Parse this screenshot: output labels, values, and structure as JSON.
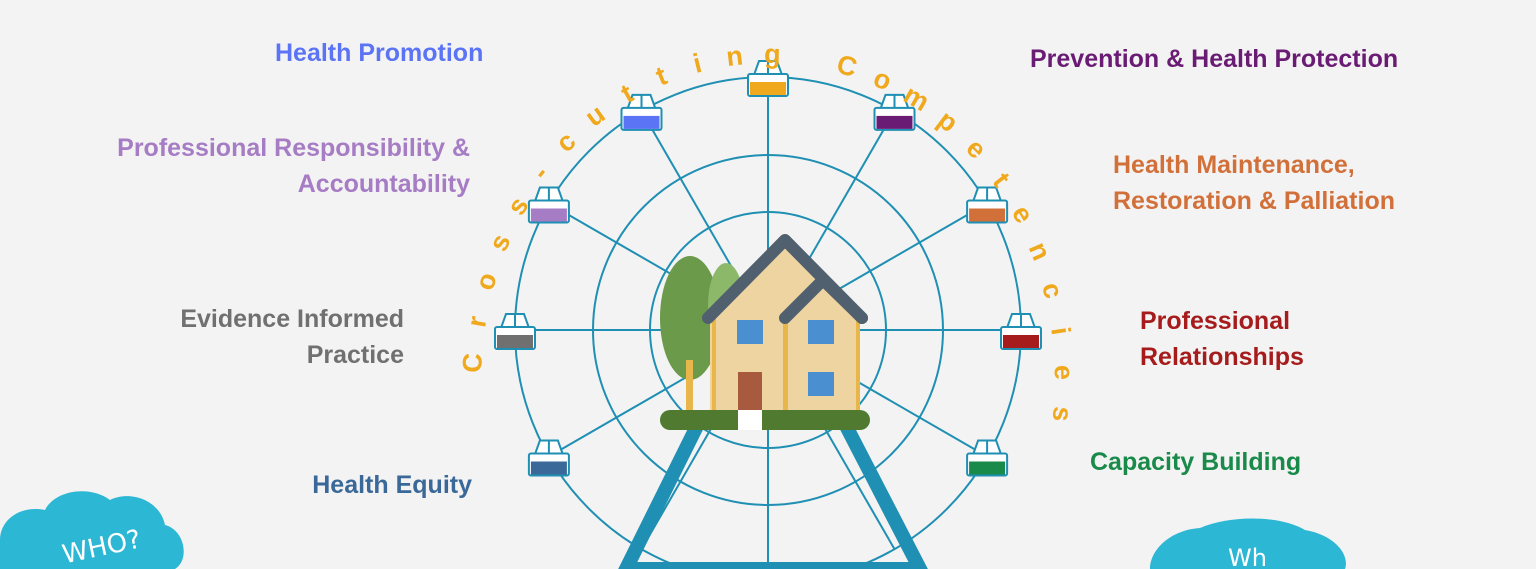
{
  "title_arc": "Cross-cutting Competencies",
  "colors": {
    "background": "#f3f3f3",
    "wheel_line": "#1f8fb4",
    "arc_text": "#f0a81c",
    "stand": "#1f8fb4",
    "cloud": "#2cb7d5"
  },
  "labels": {
    "health_promotion": {
      "lines": [
        "Health Promotion"
      ],
      "color": "#5b73f5"
    },
    "prevention": {
      "lines": [
        "Prevention & Health Protection"
      ],
      "color": "#6a1b74"
    },
    "professional_responsibility": {
      "lines": [
        "Professional Responsibility &",
        "Accountability"
      ],
      "color": "#a67cc4"
    },
    "health_maintenance": {
      "lines": [
        "Health Maintenance,",
        "Restoration & Palliation"
      ],
      "color": "#d2703a"
    },
    "evidence_informed": {
      "lines": [
        "Evidence Informed",
        "Practice"
      ],
      "color": "#707070"
    },
    "professional_relationships": {
      "lines": [
        "Professional",
        "Relationships"
      ],
      "color": "#a61c1c"
    },
    "health_equity": {
      "lines": [
        "Health Equity"
      ],
      "color": "#3a6898"
    },
    "capacity_building": {
      "lines": [
        "Capacity Building"
      ],
      "color": "#1a8a4a"
    }
  },
  "gondolas": [
    {
      "name": "gondola-top",
      "color": "#f0a81c"
    },
    {
      "name": "gondola-health-promotion",
      "color": "#5b73f5"
    },
    {
      "name": "gondola-prevention",
      "color": "#6a1b74"
    },
    {
      "name": "gondola-professional-responsibility",
      "color": "#a67cc4"
    },
    {
      "name": "gondola-health-maintenance",
      "color": "#d2703a"
    },
    {
      "name": "gondola-evidence-informed",
      "color": "#707070"
    },
    {
      "name": "gondola-professional-relationships",
      "color": "#a61c1c"
    },
    {
      "name": "gondola-health-equity",
      "color": "#3a6898"
    },
    {
      "name": "gondola-capacity-building",
      "color": "#1a8a4a"
    }
  ],
  "cloud_left_text": "WHO?",
  "cloud_right_text": "Wh"
}
